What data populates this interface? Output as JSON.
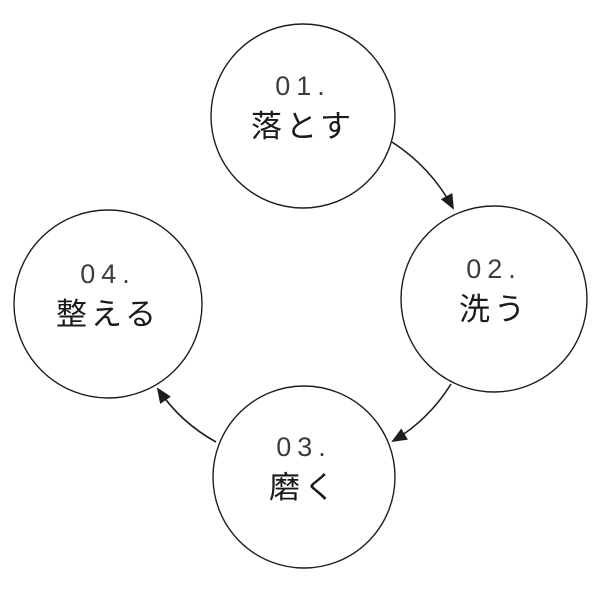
{
  "diagram": {
    "type": "cycle",
    "steps": [
      {
        "number": "01.",
        "title": "落とす"
      },
      {
        "number": "02.",
        "title": "洗う"
      },
      {
        "number": "03.",
        "title": "磨く"
      },
      {
        "number": "04.",
        "title": "整える"
      }
    ],
    "arrows": [
      {
        "from": "01",
        "to": "02"
      },
      {
        "from": "02",
        "to": "03"
      },
      {
        "from": "03",
        "to": "04"
      }
    ],
    "colors": {
      "background": "#ffffff",
      "circle_fill": "#ffffff",
      "circle_stroke": "#1d1d1d",
      "arrow": "#1d1d1d",
      "number_text": "#3c3c3c",
      "title_text": "#1a1a1a"
    }
  }
}
